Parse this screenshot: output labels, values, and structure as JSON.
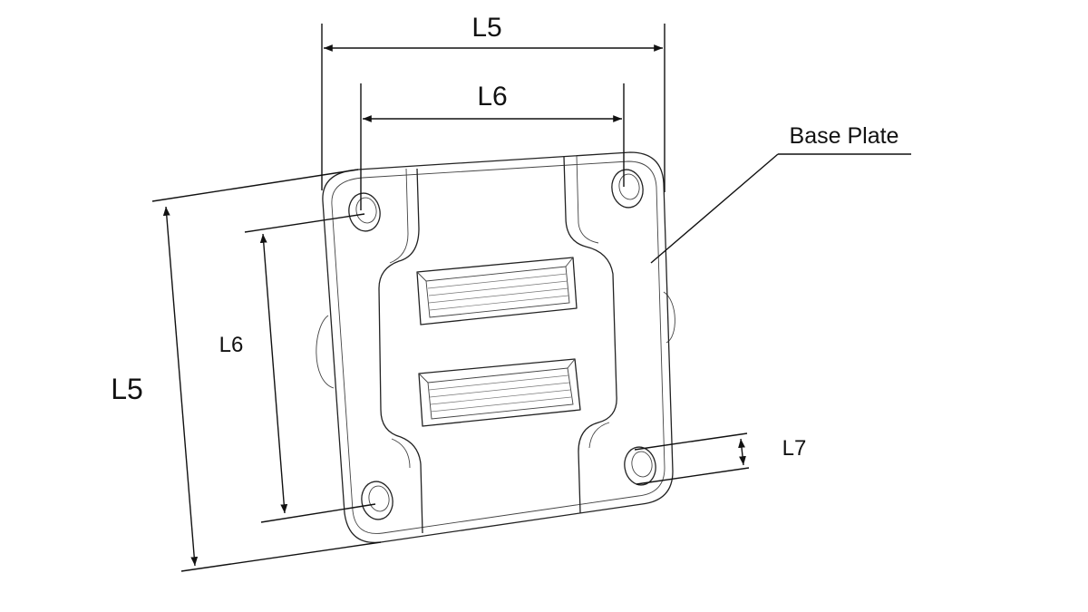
{
  "labels": {
    "top_outer": "L5",
    "top_inner": "L6",
    "left_outer": "L5",
    "left_inner": "L6",
    "hole_dim": "L7",
    "callout": "Base Plate"
  }
}
